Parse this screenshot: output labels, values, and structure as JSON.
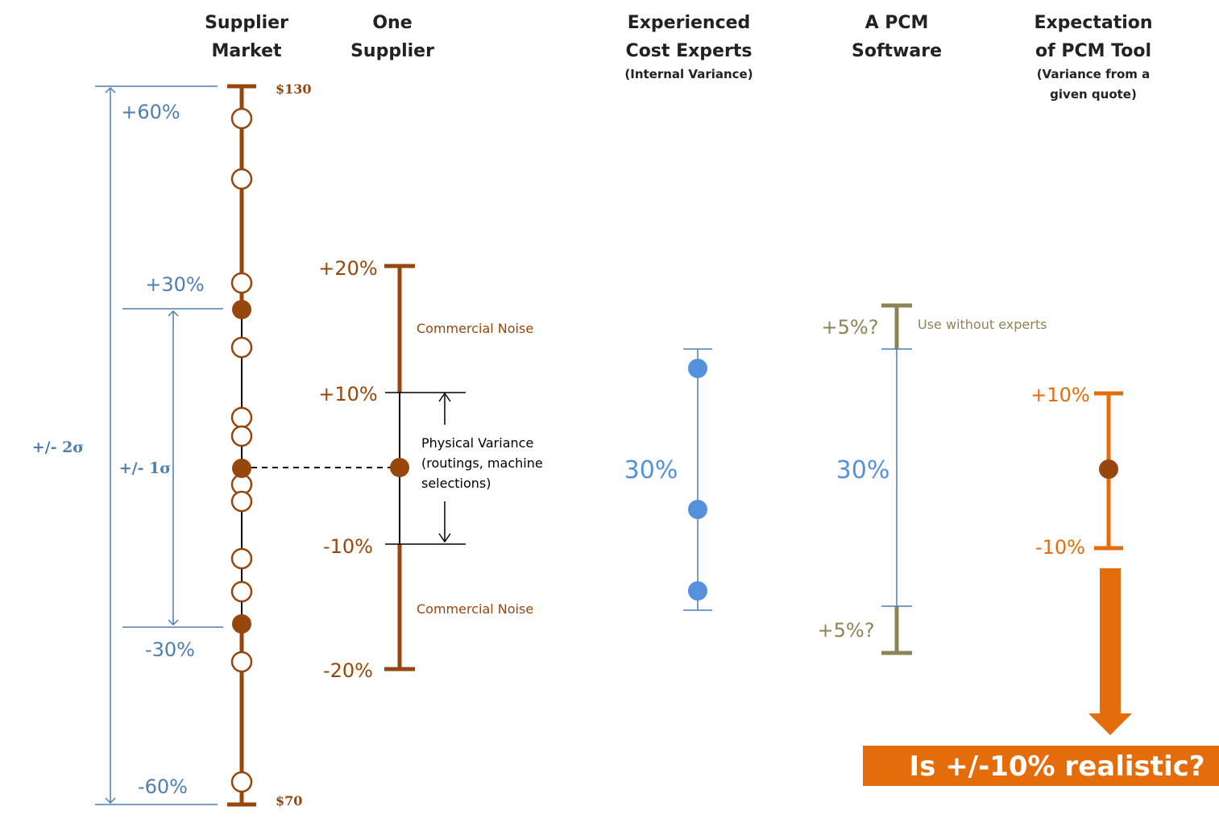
{
  "colors": {
    "brown": "#97460C",
    "blue": "#4D7FB2",
    "blue_dot": "#5591DC",
    "olive": "#8D8456",
    "orange": "#E46C0A",
    "black": "#000000"
  },
  "headers": {
    "supplier_market": [
      "Supplier",
      "Market"
    ],
    "one_supplier": [
      "One",
      "Supplier"
    ],
    "cost_experts": [
      "Experienced",
      "Cost Experts"
    ],
    "cost_experts_sub": "(Internal Variance)",
    "pcm_software": [
      "A PCM",
      "Software"
    ],
    "pcm_tool": [
      "Expectation",
      "of PCM Tool"
    ],
    "pcm_tool_sub": [
      "(Variance from a",
      "given quote)"
    ]
  },
  "supplier_market": {
    "price_high": "$130",
    "price_low": "$70",
    "two_sigma": "+/- 2σ",
    "one_sigma": "+/- 1σ",
    "labels": {
      "plus60": "+60%",
      "plus30": "+30%",
      "minus30": "-30%",
      "minus60": "-60%"
    }
  },
  "one_supplier": {
    "plus20": "+20%",
    "plus10": "+10%",
    "minus10": "-10%",
    "minus20": "-20%",
    "commercial_noise_top": "Commercial Noise",
    "commercial_noise_bottom": "Commercial Noise",
    "physical_variance": [
      "Physical Variance",
      "(routings, machine",
      "selections)"
    ]
  },
  "cost_experts": {
    "spread": "30%"
  },
  "pcm_software": {
    "spread": "30%",
    "plus5": "+5%?",
    "minus5": "+5%?",
    "use_without_experts": "Use without experts"
  },
  "pcm_tool": {
    "plus10": "+10%",
    "minus10": "-10%",
    "question": "Is +/-10% realistic?"
  }
}
